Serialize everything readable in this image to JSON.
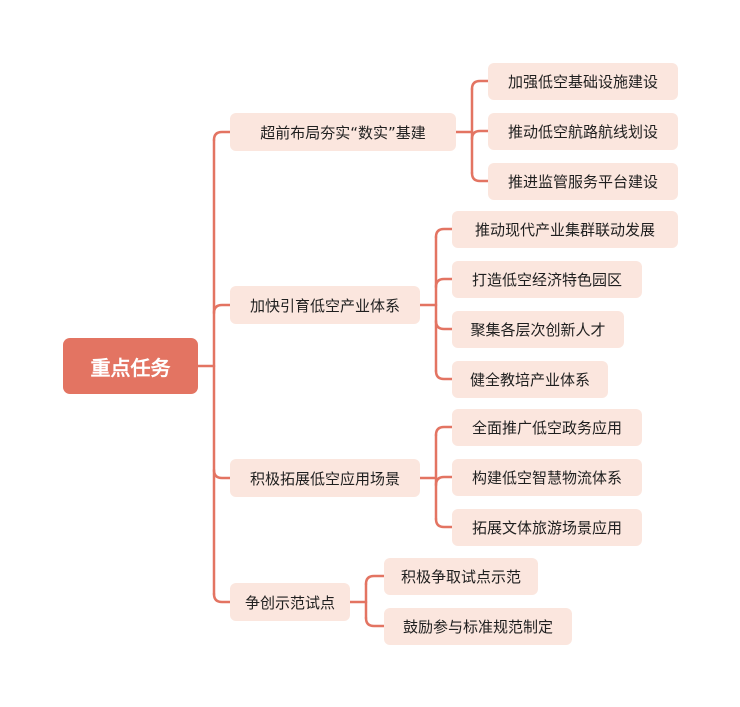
{
  "mindmap": {
    "root": {
      "label": "重点任务"
    },
    "branches": [
      {
        "label": "超前布局夯实“数实”基建",
        "children": [
          "加强低空基础设施建设",
          "推动低空航路航线划设",
          "推进监管服务平台建设"
        ]
      },
      {
        "label": "加快引育低空产业体系",
        "children": [
          "推动现代产业集群联动发展",
          "打造低空经济特色园区",
          "聚集各层次创新人才",
          "健全教培产业体系"
        ]
      },
      {
        "label": "积极拓展低空应用场景",
        "children": [
          "全面推广低空政务应用",
          "构建低空智慧物流体系",
          "拓展文体旅游场景应用"
        ]
      },
      {
        "label": "争创示范试点",
        "children": [
          "积极争取试点示范",
          "鼓励参与标准规范制定"
        ]
      }
    ]
  },
  "colors": {
    "accent": "#E37462",
    "node_fill": "#FBE6DE",
    "text": "#1f1f1f"
  }
}
